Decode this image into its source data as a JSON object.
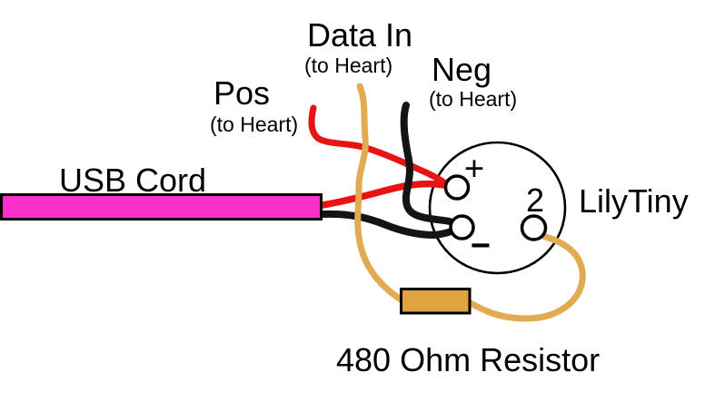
{
  "diagram": {
    "labels": {
      "pos": {
        "title": "Pos",
        "subtitle": "(to Heart)"
      },
      "data_in": {
        "title": "Data In",
        "subtitle": "(to Heart)"
      },
      "neg": {
        "title": "Neg",
        "subtitle": "(to Heart)"
      },
      "usb_cord": "USB Cord",
      "lilytiny": "LilyTiny",
      "pad2": "2",
      "plus": "+",
      "minus": "−",
      "resistor": "480 Ohm Resistor"
    },
    "colors": {
      "usb_fill": "#FB2FC9",
      "resistor_fill": "#DFA43F",
      "wire_gold": "#E2AB51",
      "wire_red": "#E81414",
      "wire_black": "#141414",
      "outline": "#000000"
    }
  }
}
